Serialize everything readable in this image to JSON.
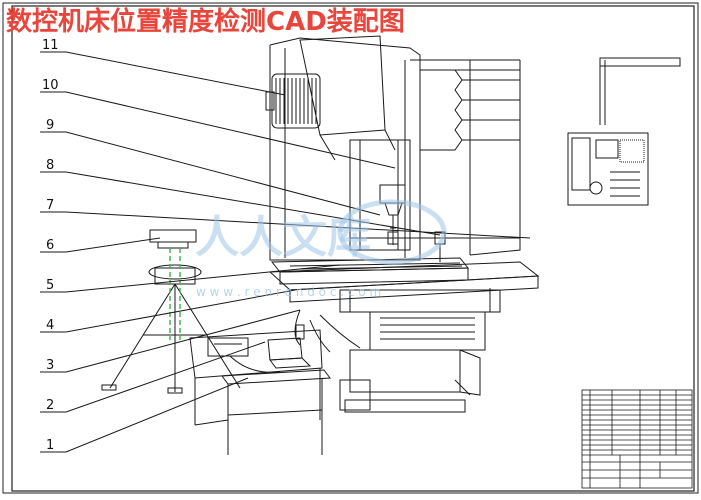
{
  "title": "数控机床位置精度检测CAD装配图",
  "watermark": {
    "brand": "人人文库",
    "url": "w w w . r e n r e n d o c . c o m"
  },
  "callouts": [
    "11",
    "10",
    "9",
    "8",
    "7",
    "6",
    "5",
    "4",
    "3",
    "2",
    "1"
  ],
  "colors": {
    "title": "#e8463c",
    "line": "#1a1a1a",
    "laser_beam": "#38b54a",
    "watermark": "#9fc6e8"
  }
}
